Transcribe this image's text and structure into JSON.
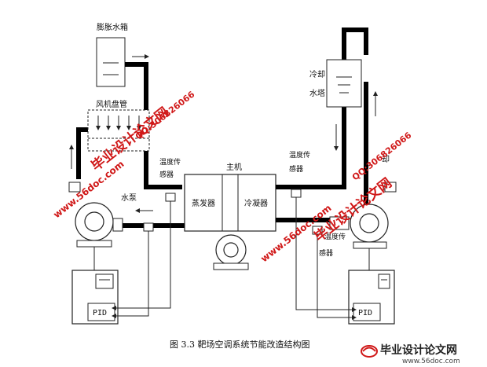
{
  "labels": {
    "expansion_tank": "膨胀水箱",
    "fan_coil": "风机盘管",
    "cooling_tower_1": "冷却",
    "cooling_tower_2": "水塔",
    "main_unit": "主机",
    "evaporator": "蒸发器",
    "condenser": "冷凝器",
    "temp_sensor_left_1": "温度传",
    "temp_sensor_left_2": "感器",
    "temp_sensor_right_1": "温度传",
    "temp_sensor_right_2": "感器",
    "temp_sensor_low_1": "温度传",
    "temp_sensor_low_2": "感器",
    "pump_left": "水泵",
    "pump_right": "却",
    "pid_left": "PID",
    "pid_right": "PID"
  },
  "caption": "图 3.3  靶场空调系统节能改造结构图",
  "watermark": {
    "site_text": "毕业设计论文网",
    "url": "www.56doc.com",
    "qq": "QQ:306826066"
  },
  "footer_logo": {
    "text": "毕业设计论文网",
    "url": "www.56doc.com"
  },
  "colors": {
    "pipe": "#000000",
    "watermark": "#d01818",
    "line": "#222222"
  }
}
